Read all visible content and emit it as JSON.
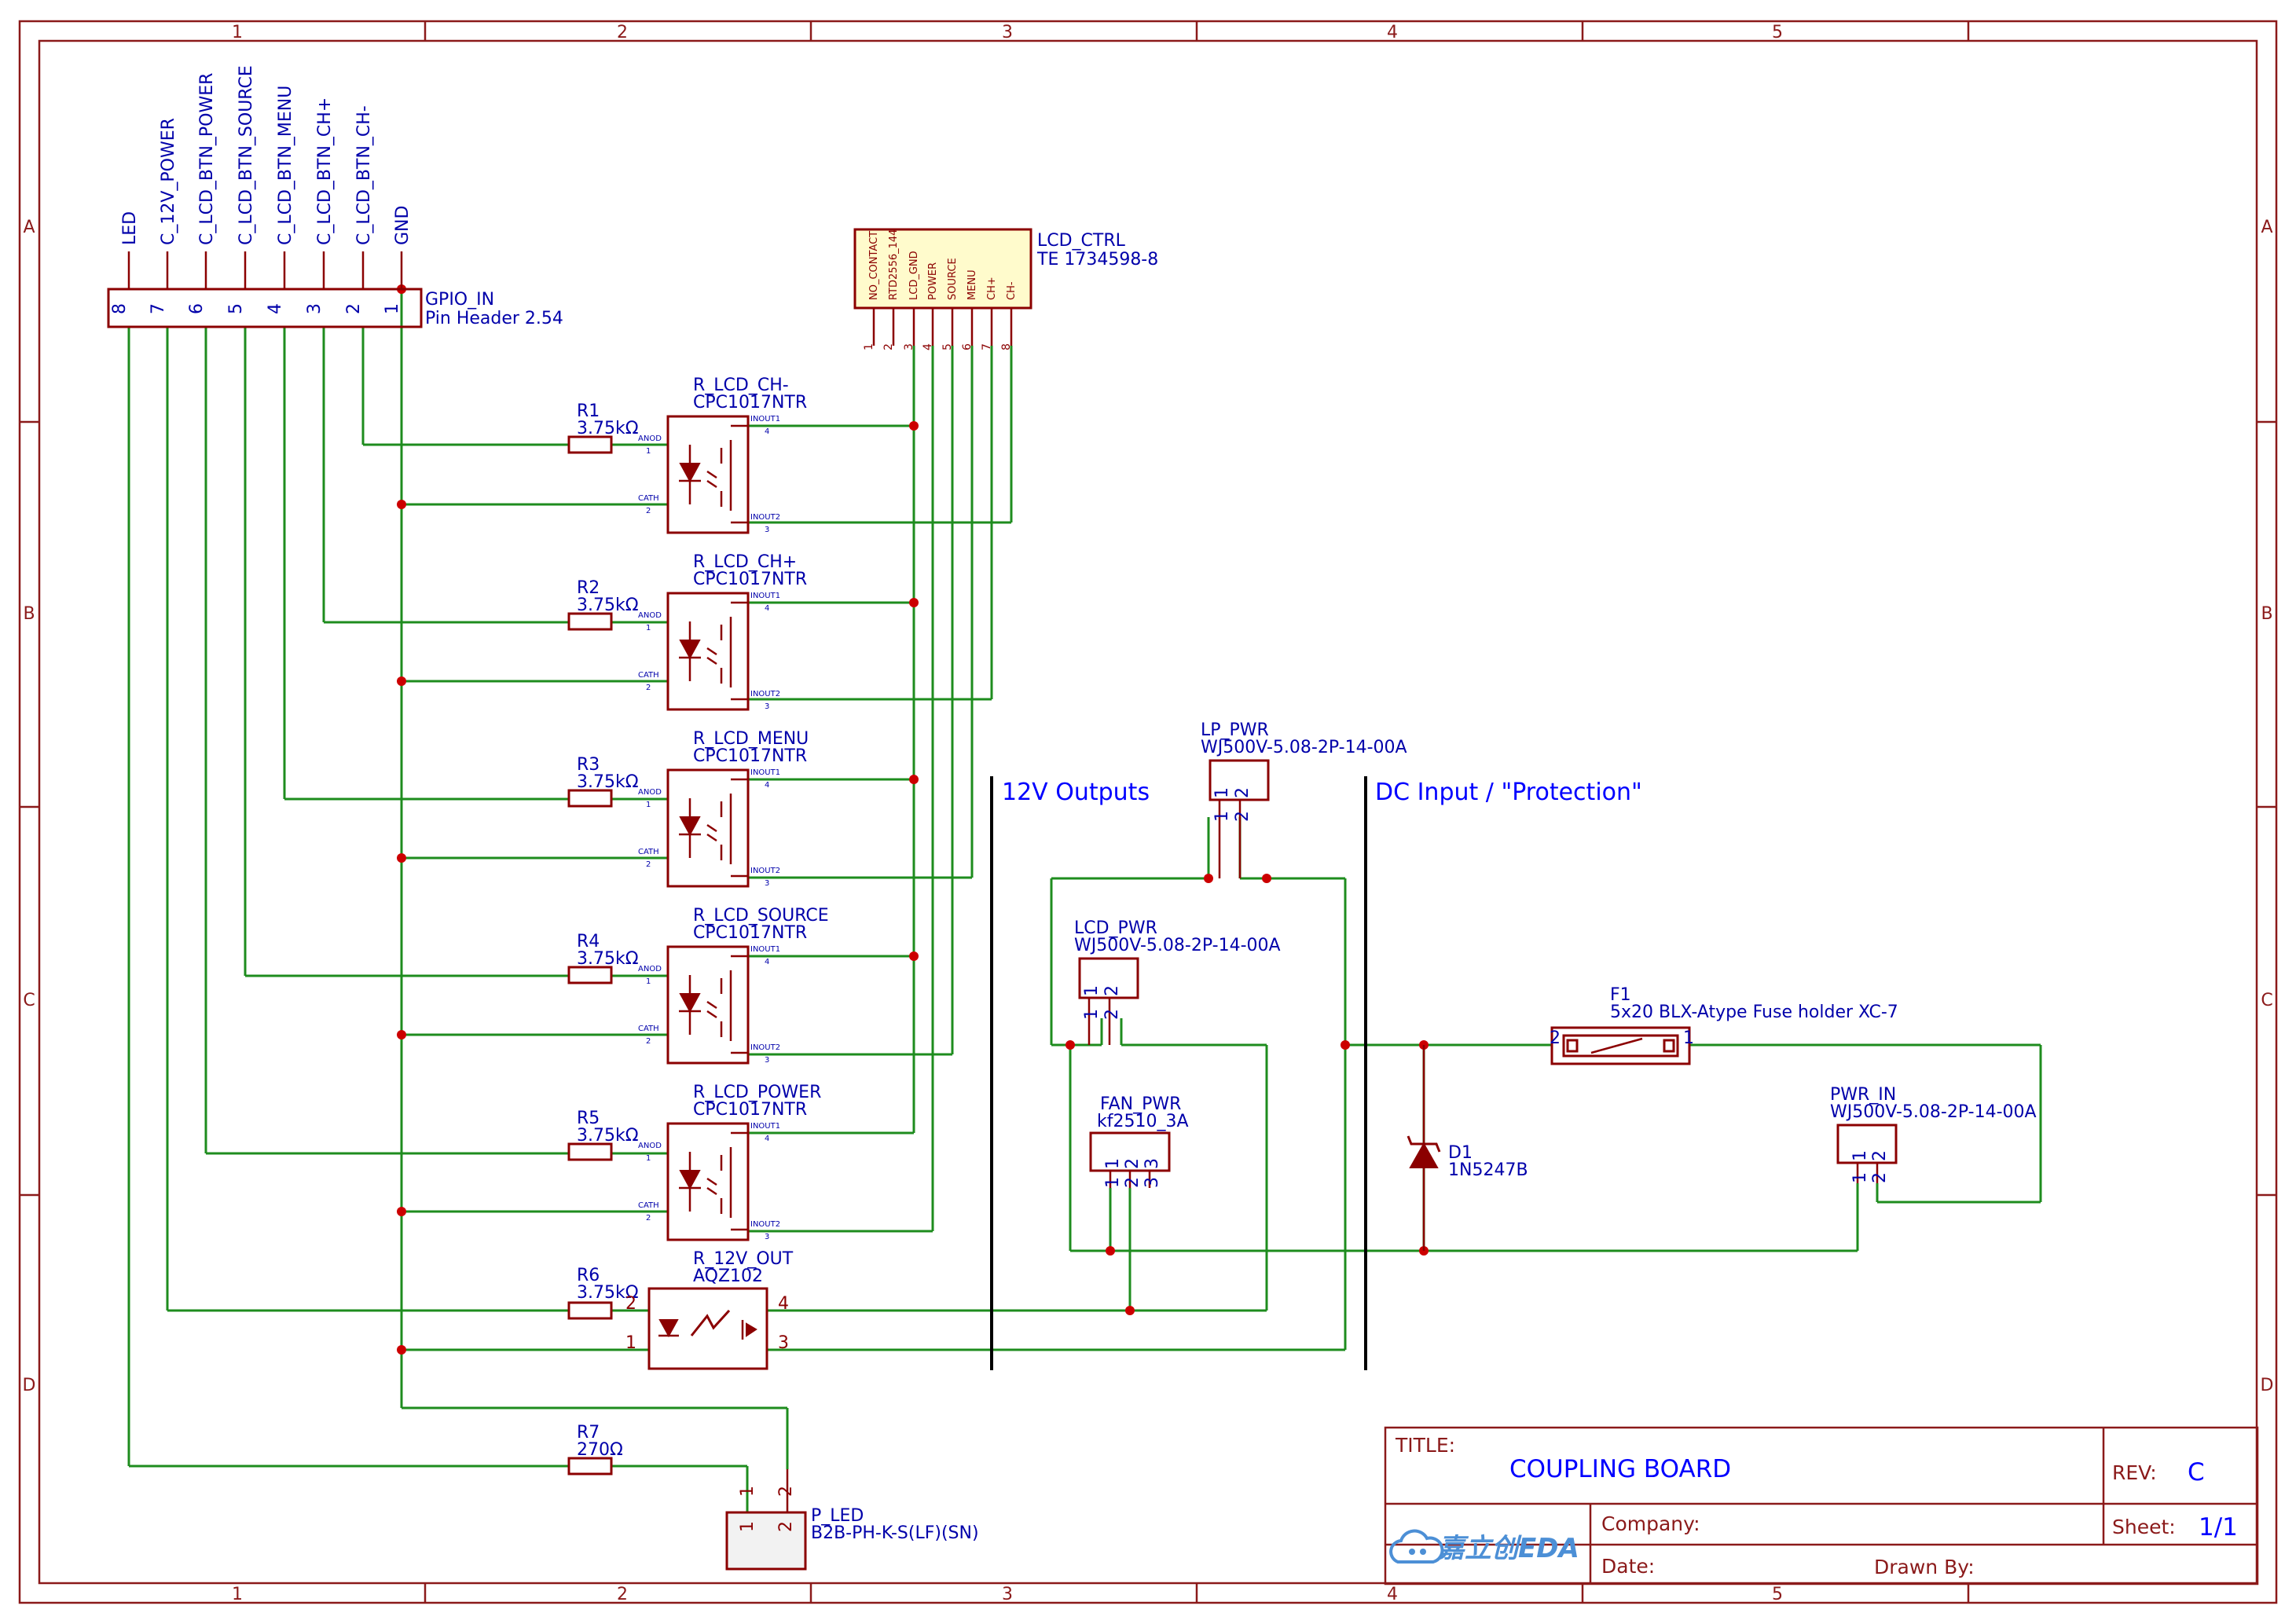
{
  "zones": {
    "columns": [
      "1",
      "2",
      "3",
      "4",
      "5"
    ],
    "rows": [
      "A",
      "B",
      "C",
      "D"
    ]
  },
  "sections": {
    "outputs": "12V Outputs",
    "dc_input": "DC Input / \"Protection\""
  },
  "gpio_in": {
    "ref": "GPIO_IN",
    "value": "Pin Header 2.54",
    "nets": [
      "LED",
      "C_12V_POWER",
      "C_LCD_BTN_POWER",
      "C_LCD_BTN_SOURCE",
      "C_LCD_BTN_MENU",
      "C_LCD_BTN_CH+",
      "C_LCD_BTN_CH-",
      "GND"
    ],
    "pins": [
      "8",
      "7",
      "6",
      "5",
      "4",
      "3",
      "2",
      "1"
    ]
  },
  "lcd_ctrl": {
    "ref": "LCD_CTRL",
    "value": "TE 1734598-8",
    "pin_names": [
      "NO_CONTACT",
      "RTD2556_144",
      "LCD_GND",
      "POWER",
      "SOURCE",
      "MENU",
      "CH+",
      "CH-"
    ],
    "pins": [
      "1",
      "2",
      "3",
      "4",
      "5",
      "6",
      "7",
      "8"
    ]
  },
  "relays": [
    {
      "ref": "R_LCD_CH-",
      "value": "CPC1017NTR",
      "res_ref": "R1",
      "res_value": "3.75kΩ"
    },
    {
      "ref": "R_LCD_CH+",
      "value": "CPC1017NTR",
      "res_ref": "R2",
      "res_value": "3.75kΩ"
    },
    {
      "ref": "R_LCD_MENU",
      "value": "CPC1017NTR",
      "res_ref": "R3",
      "res_value": "3.75kΩ"
    },
    {
      "ref": "R_LCD_SOURCE",
      "value": "CPC1017NTR",
      "res_ref": "R4",
      "res_value": "3.75kΩ"
    },
    {
      "ref": "R_LCD_POWER",
      "value": "CPC1017NTR",
      "res_ref": "R5",
      "res_value": "3.75kΩ"
    }
  ],
  "relay_pins": {
    "anod": "ANOD",
    "cath": "CATH",
    "inout1": "INOUT1",
    "inout2": "INOUT2",
    "p1": "1",
    "p2": "2",
    "p3": "3",
    "p4": "4"
  },
  "r12v": {
    "ref": "R_12V_OUT",
    "value": "AQZ102",
    "res_ref": "R6",
    "res_value": "3.75kΩ",
    "pins": [
      "1",
      "2",
      "3",
      "4"
    ]
  },
  "r7": {
    "ref": "R7",
    "value": "270Ω"
  },
  "p_led": {
    "ref": "P_LED",
    "value": "B2B-PH-K-S(LF)(SN)",
    "pins": [
      "1",
      "2"
    ]
  },
  "lp_pwr": {
    "ref": "LP_PWR",
    "value": "WJ500V-5.08-2P-14-00A",
    "pins": [
      "1",
      "2",
      "1",
      "2"
    ]
  },
  "lcd_pwr": {
    "ref": "LCD_PWR",
    "value": "WJ500V-5.08-2P-14-00A",
    "pins": [
      "1",
      "2",
      "1",
      "2"
    ]
  },
  "fan_pwr": {
    "ref": "FAN_PWR",
    "value": "kf2510_3A",
    "pins": [
      "1",
      "2",
      "3",
      "1",
      "2",
      "3"
    ]
  },
  "pwr_in": {
    "ref": "PWR_IN",
    "value": "WJ500V-5.08-2P-14-00A",
    "pins": [
      "1",
      "2",
      "1",
      "2"
    ]
  },
  "f1": {
    "ref": "F1",
    "value": "5x20 BLX-Atype Fuse holder XC-7",
    "pins": [
      "2",
      "1"
    ]
  },
  "d1": {
    "ref": "D1",
    "value": "1N5247B"
  },
  "title_block": {
    "title_label": "TITLE:",
    "title": "COUPLING BOARD",
    "rev_label": "REV:",
    "rev": "C",
    "company_label": "Company:",
    "sheet_label": "Sheet:",
    "sheet": "1/1",
    "date_label": "Date:",
    "drawn_label": "Drawn By:",
    "logo_text": "嘉立创EDA"
  },
  "colors": {
    "frame": "#8B1A1A",
    "wire": "#1E8C1E",
    "symbol": "#8B0000",
    "label": "#0000AA",
    "junction": "#CC0000"
  }
}
